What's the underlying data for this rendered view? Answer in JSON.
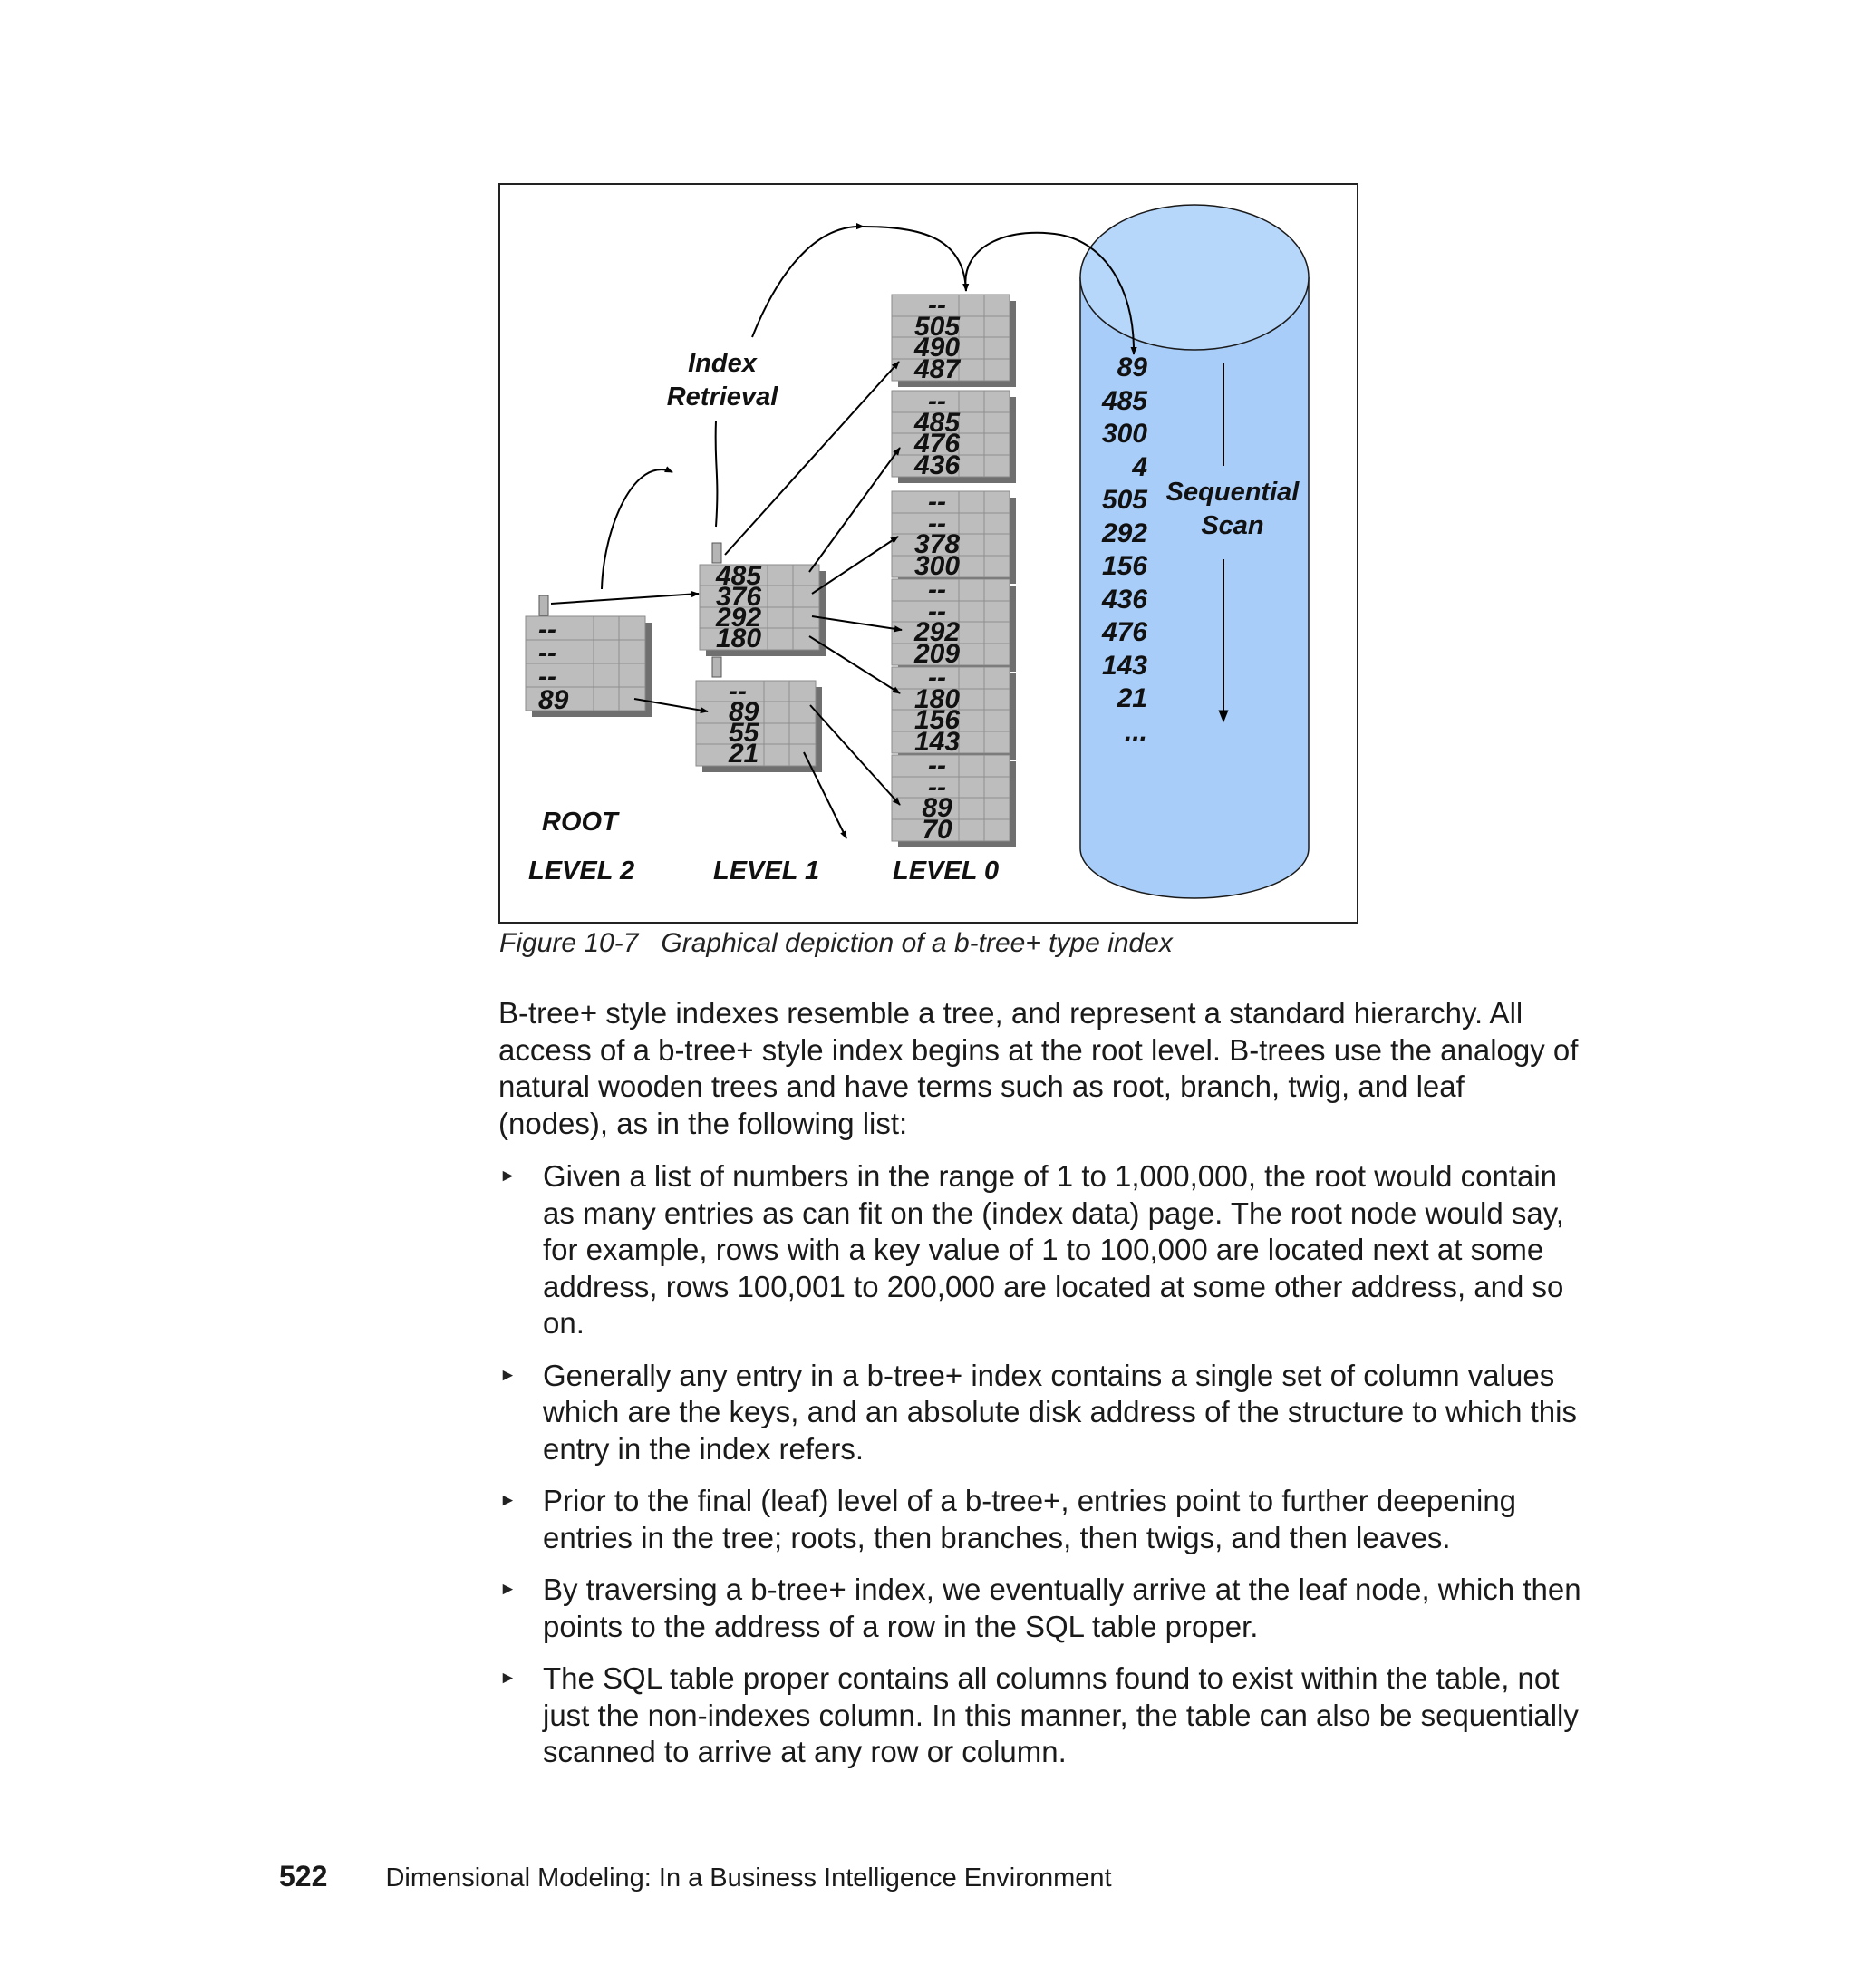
{
  "figure": {
    "index_retrieval_line1": "Index",
    "index_retrieval_line2": "Retrieval",
    "root_label": "ROOT",
    "levels": [
      "LEVEL 2",
      "LEVEL 1",
      "LEVEL 0"
    ],
    "sequential_scan_line1": "Sequential",
    "sequential_scan_line2": "Scan",
    "root_node": [
      "--",
      "--",
      "--",
      "89"
    ],
    "level1_nodes": [
      [
        "485",
        "376",
        "292",
        "180"
      ],
      [
        "--",
        "89",
        "55",
        "21"
      ]
    ],
    "level0_nodes": [
      [
        "--",
        "505",
        "490",
        "487"
      ],
      [
        "--",
        "485",
        "476",
        "436"
      ],
      [
        "--",
        "--",
        "378",
        "300"
      ],
      [
        "--",
        "--",
        "292",
        "209"
      ],
      [
        "--",
        "180",
        "156",
        "143"
      ],
      [
        "--",
        "--",
        "89",
        "70"
      ]
    ],
    "table_values": [
      "89",
      "485",
      "300",
      "4",
      "505",
      "292",
      "156",
      "436",
      "476",
      "143",
      "21",
      "..."
    ],
    "colors": {
      "cylinder_fill": "#a8cdf8",
      "cylinder_top": "#b6d6fa",
      "node_fill": "#bdbdbd",
      "node_shadow": "#6f6f6f"
    }
  },
  "caption": "Figure 10-7   Graphical depiction of a b-tree+ type index",
  "intro": "B-tree+ style indexes resemble a tree, and represent a standard hierarchy. All access of a b-tree+ style index begins at the root level. B-trees use the analogy of natural wooden trees and have terms such as root, branch, twig, and leaf (nodes), as in the following list:",
  "bullet_marker": "►",
  "bullets": [
    "Given a list of numbers in the range of 1 to 1,000,000, the root would contain as many entries as can fit on the (index data) page. The root node would say, for example, rows with a key value of 1 to 100,000 are located next at some address, rows 100,001 to 200,000 are located at some other address, and so on.",
    "Generally any entry in a b-tree+ index contains a single set of column values which are the keys, and an absolute disk address of the structure to which this entry in the index refers.",
    "Prior to the final (leaf) level of a b-tree+, entries point to further deepening entries in the tree; roots, then branches, then twigs, and then leaves.",
    "By traversing a b-tree+ index, we eventually arrive at the leaf node, which then points to the address of a row in the SQL table proper.",
    "The SQL table proper contains all columns found to exist within the table, not just the non-indexes column. In this manner, the table can also be sequentially scanned to arrive at any row or column."
  ],
  "footer": {
    "page_number": "522",
    "book_title": "Dimensional Modeling: In a Business Intelligence Environment"
  }
}
